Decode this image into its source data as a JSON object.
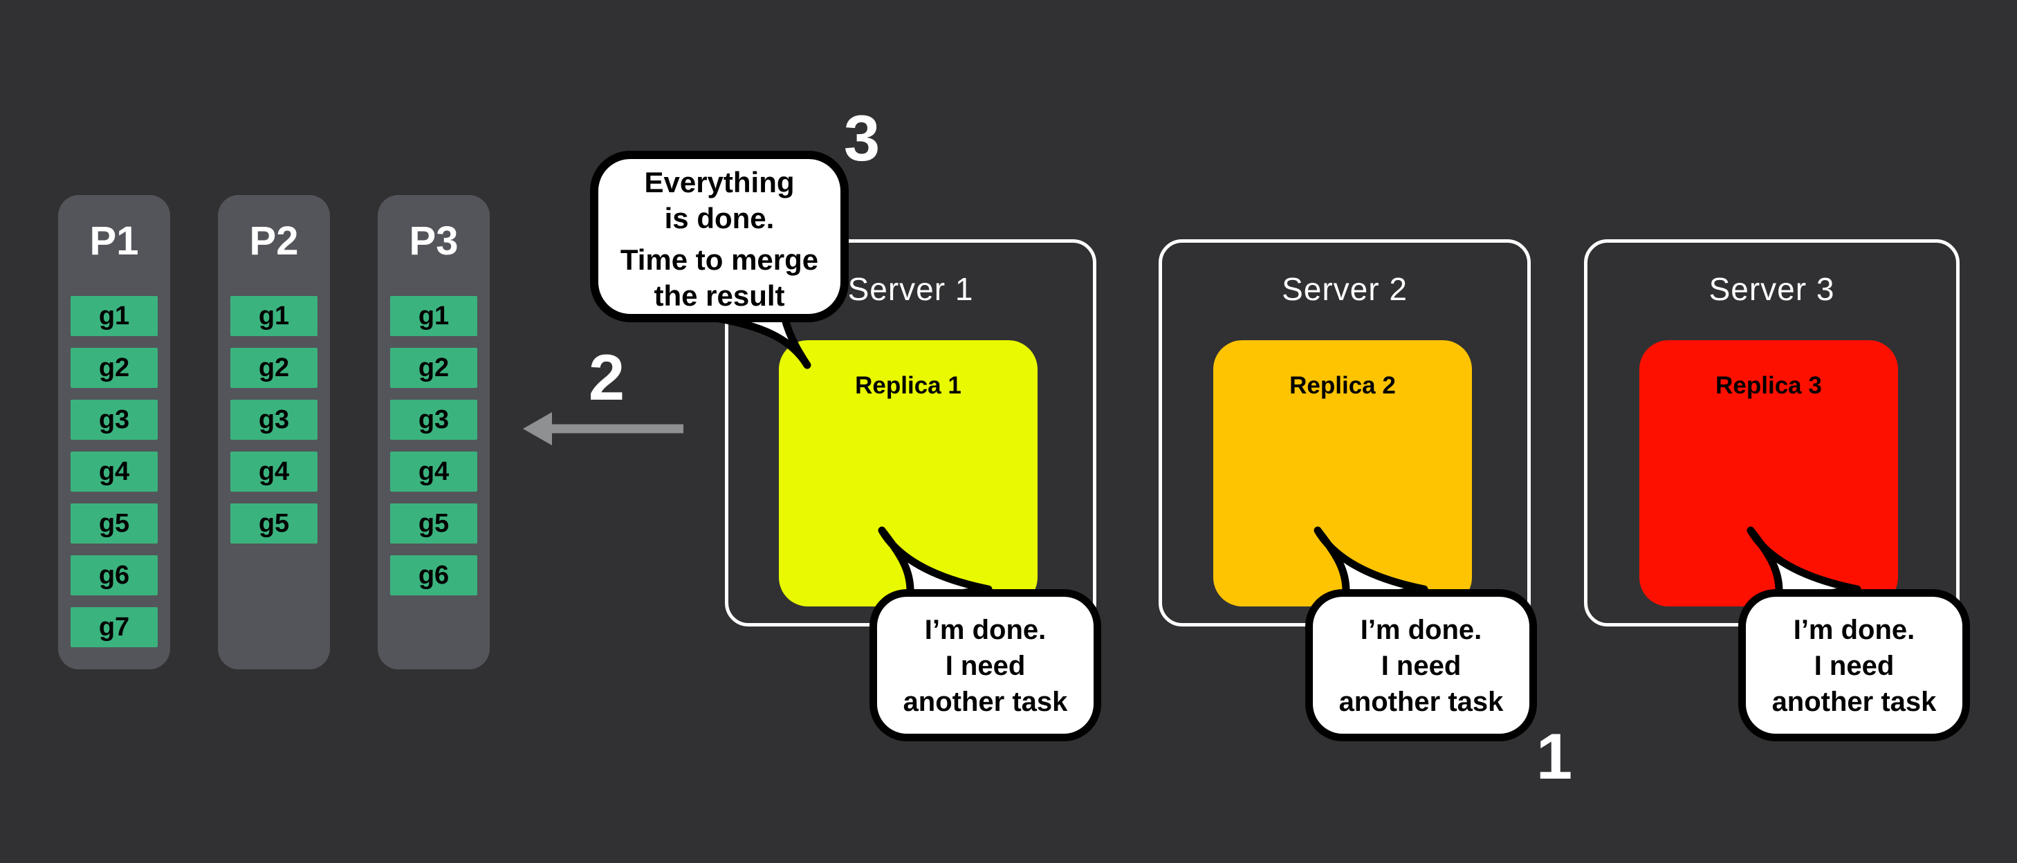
{
  "palette": {
    "background": "#313133",
    "partition_fill": "#53555A",
    "task_fill": "#3BB37E",
    "server_border": "#FFFFFF",
    "bubble_fill": "#FFFFFF",
    "bubble_border": "#000000",
    "arrow": "#8F9091",
    "number_text": "#FFFFFF"
  },
  "partitions": [
    {
      "label": "P1",
      "tasks": [
        "g1",
        "g2",
        "g3",
        "g4",
        "g5",
        "g6",
        "g7"
      ]
    },
    {
      "label": "P2",
      "tasks": [
        "g1",
        "g2",
        "g3",
        "g4",
        "g5"
      ]
    },
    {
      "label": "P3",
      "tasks": [
        "g1",
        "g2",
        "g3",
        "g4",
        "g5",
        "g6"
      ]
    }
  ],
  "servers": [
    {
      "label": "Server 1",
      "replica_label": "Replica 1",
      "replica_color": "#E9FA00",
      "bubble_lines": [
        "I’m done.",
        "I need",
        "another task"
      ]
    },
    {
      "label": "Server 2",
      "replica_label": "Replica 2",
      "replica_color": "#FEC402",
      "bubble_lines": [
        "I’m done.",
        "I need",
        "another task"
      ]
    },
    {
      "label": "Server 3",
      "replica_label": "Replica 3",
      "replica_color": "#FE1000",
      "bubble_lines": [
        "I’m done.",
        "I need",
        "another task"
      ]
    }
  ],
  "merge_bubble": {
    "lines": [
      "Everything",
      "is done.",
      "Time to merge",
      "the result"
    ]
  },
  "steps": {
    "one": "1",
    "two": "2",
    "three": "3"
  }
}
